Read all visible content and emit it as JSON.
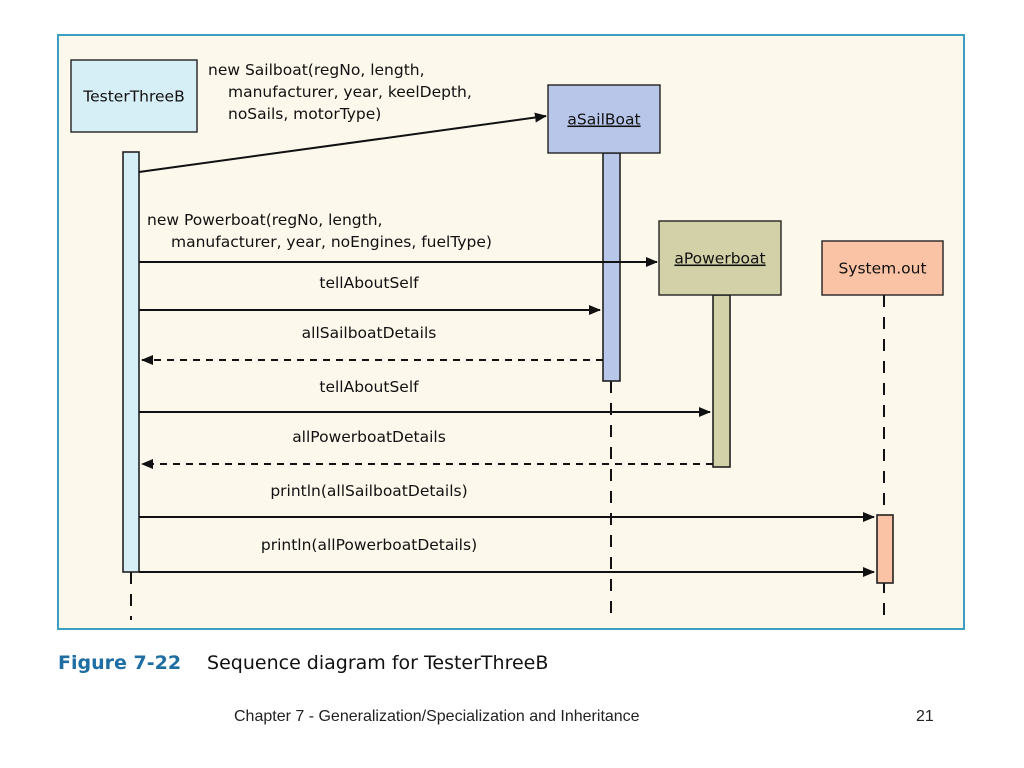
{
  "diagram": {
    "participants": [
      {
        "id": "tester",
        "label": "TesterThreeB",
        "fill": "#d6eef5",
        "underline": false
      },
      {
        "id": "sailboat",
        "label": "aSailBoat",
        "fill": "#b8c6ea",
        "underline": true
      },
      {
        "id": "powerboat",
        "label": "aPowerboat",
        "fill": "#d3d1a7",
        "underline": true
      },
      {
        "id": "systemout",
        "label": "System.out",
        "fill": "#fbc3a5",
        "underline": false
      }
    ],
    "messages": [
      {
        "id": "create-sailboat",
        "lines": [
          "new Sailboat(regNo, length,",
          "manufacturer, year, keelDepth,",
          "noSails, motorType)"
        ],
        "from": "tester",
        "to": "sailboat",
        "kind": "create"
      },
      {
        "id": "create-powerboat",
        "lines": [
          "new Powerboat(regNo, length,",
          "manufacturer, year, noEngines, fuelType)"
        ],
        "from": "tester",
        "to": "powerboat",
        "kind": "create"
      },
      {
        "id": "tell-sailboat",
        "lines": [
          "tellAboutSelf"
        ],
        "from": "tester",
        "to": "sailboat",
        "kind": "call"
      },
      {
        "id": "return-sailboat",
        "lines": [
          "allSailboatDetails"
        ],
        "from": "sailboat",
        "to": "tester",
        "kind": "return"
      },
      {
        "id": "tell-powerboat",
        "lines": [
          "tellAboutSelf"
        ],
        "from": "tester",
        "to": "powerboat",
        "kind": "call"
      },
      {
        "id": "return-powerboat",
        "lines": [
          "allPowerboatDetails"
        ],
        "from": "powerboat",
        "to": "tester",
        "kind": "return"
      },
      {
        "id": "println-sailboat",
        "lines": [
          "println(allSailboatDetails)"
        ],
        "from": "tester",
        "to": "systemout",
        "kind": "call"
      },
      {
        "id": "println-powerboat",
        "lines": [
          "println(allPowerboatDetails)"
        ],
        "from": "tester",
        "to": "systemout",
        "kind": "call"
      }
    ]
  },
  "caption": {
    "figure_number": "Figure 7-22",
    "text": "Sequence diagram for TesterThreeB"
  },
  "footer": {
    "chapter": "Chapter 7 - Generalization/Specialization and Inheritance",
    "page_number": "21"
  },
  "colors": {
    "frame_border": "#3d9ec0",
    "frame_fill": "#fdf8ec",
    "caption_accent": "#1e6ea3"
  }
}
